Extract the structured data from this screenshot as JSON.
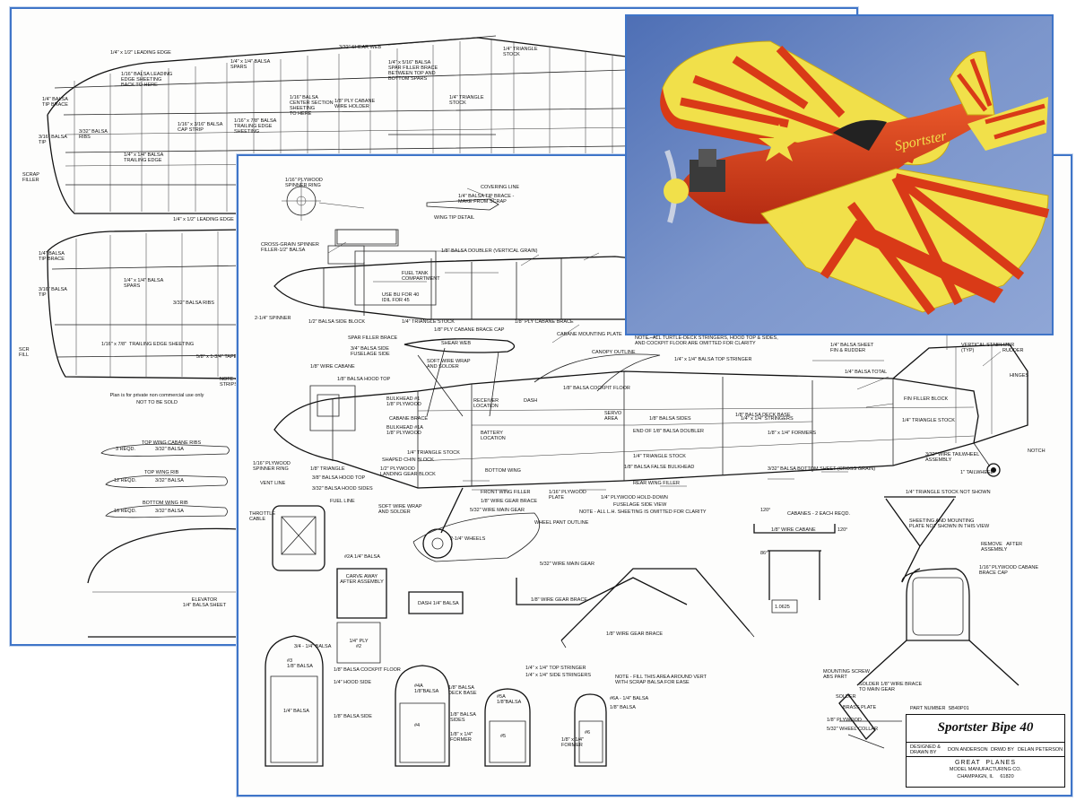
{
  "back_sheet": {
    "notice": [
      "Plan is for private non commercial use only",
      "NOT TO BE SOLD"
    ],
    "top_wing": {
      "leading_edge": "1/4\" x 1/2\" LEADING EDGE",
      "shear_web": "3/32\" SHEAR WEB",
      "triangle_stock": "1/4\" TRIANGLE\nSTOCK",
      "leading_edge_sheeting": "1/16\" BALSA LEADING\nEDGE SHEETING\nBACK TO HERE",
      "spars": "1/4\" x 1/4\" BALSA\nSPARS",
      "spar_filler": "1/4\" x 5/16\" BALSA\nSPAR FILLER BRACE\nBETWEEN TOP AND\nBOTTOM SPARS",
      "tip_brace": "1/4\" BALSA\nTIP BRACE",
      "center_sheeting": "1/16\" BALSA\nCENTER SECTION\nSHEETING\nTO HERE",
      "cabane_holder": "1/8\" PLY CABANE\nWIRE HOLDER",
      "triangle_stock_2": "1/4\" TRIANGLE\nSTOCK",
      "ribs": "3/32\" BALSA\nRIBS",
      "cap_strip": "1/16\" x 3/16\" BALSA\nCAP STRIP",
      "trailing_sheeting": "1/16\" x 7/8\" BALSA\nTRAILING EDGE\nSHEETING",
      "tip": "3/16\" BALSA\nTIP",
      "trailing_edge": "1/4\" x 1/4\" BALSA\nTRAILING EDGE",
      "scrap_filler": "SCRAP\nFILLER"
    },
    "bottom_wing": {
      "leading_edge": "1/4\" x 1/2\" LEADING EDGE",
      "tip_brace": "1/4\" BALSA\nTIP BRACE",
      "spars": "1/4\" x 1/4\" BALSA\nSPARS",
      "ribs": "3/32\" BALSA RIBS",
      "tip": "3/16\" BALSA\nTIP",
      "trailing_sheeting": "1/16\" x 7/8\"  TRAILING EDGE SHEETING",
      "taper": "5/8\" x 1-3/4\" TAPE",
      "note": "NOTE -\nSTRIPS",
      "scrap": "SCR\nFILL"
    },
    "rib_patterns": [
      {
        "title": "TOP WING CABANE RIBS",
        "count": "3 REQD.",
        "material": "3/32\" BALSA"
      },
      {
        "title": "TOP WING RIB",
        "count": "12 REQD.",
        "material": "3/32\" BALSA"
      },
      {
        "title": "BOTTOM WING RIB",
        "count": "16 REQD.",
        "material": "3/32\" BALSA"
      }
    ],
    "elevator": "ELEVATOR\n1/4\" BALSA SHEET"
  },
  "front_sheet": {
    "top_labels": {
      "spinner_ring": "1/16\" PLYWOOD\nSPINNER RING",
      "covering_line": "COVERING LINE",
      "tip_brace": "1/4\" BALSA TIP BRACE -\nMAKE FROM SCRAP",
      "wing_tip_detail": "WING TIP DETAIL",
      "spinner_filler": "CROSS-GRAIN SPINNER\nFILLER-1/2\" BALSA",
      "doubler": "1/8\" BALSA DOUBLER (VERTICAL GRAIN)",
      "fuel_tank": "FUEL TANK\nCOMPARTMENT",
      "engine_note": "USE BU FOR 40\nIDIL FOR 45",
      "spinner": "2-1/4\" SPINNER",
      "side_block": "1/2\" BALSA SIDE BLOCK",
      "triangle_stock": "1/4\" TRIANGLE STOCK",
      "ply_cabane_brace": "1/8\" PLY CABANE BRACE",
      "ply_cabane_brace_cap": "1/8\" PLY CABANE BRACE CAP",
      "spar_filler": "SPAR FILLER BRACE",
      "shear_web": "SHEAR WEB",
      "fuselage_side": "3/4\" BALSA SIDE\nFUSELAGE SIDE",
      "mounting_plate": "CABANE MOUNTING PLATE",
      "canopy_outline": "CANOPY OUTLINE",
      "soft_wire": "SOFT WIRE WRAP\nAND SOLDER",
      "cabane": "1/8\" WIRE CABANE",
      "hood_top": "1/8\" BALSA HOOD TOP",
      "top_stringer": "1/4\" x 1/4\" BALSA TOP STRINGER",
      "cockpit_floor": "1/8\" BALSA COCKPIT FLOOR",
      "top_note": "NOTE - ALL TURTLE-DECK STRINGERS, HOOD TOP & SIDES,\nAND COCKPIT FLOOR ARE OMITTED FOR CLARITY",
      "fin_rudder": "1/4\" BALSA SHEET\nFIN & RUDDER",
      "vertical_stabilizer": "VERTICAL STABILIZER\n(TYP)",
      "rudder": "RUDDER",
      "hinges": "HINGES",
      "balsa_total": "1/4\" BALSA TOTAL",
      "fin_filler": "FIN FILLER BLOCK",
      "triangle_stock_2": "1/4\" TRIANGLE STOCK",
      "tailwheel_assembly": "3/32\" WIRE TAILWHEEL\nASSEMBLY",
      "tailwheel": "1\" TAILWHEEL",
      "notch": "NOTCH"
    },
    "side_view": {
      "bulkhead_1": "BULKHEAD #1\n1/8\" PLYWOOD",
      "bulkhead_1a": "BULKHEAD #1A\n1/8\" PLYWOOD",
      "cabane_brace": "CABANE BRACE",
      "receiver": "RECEIVER\nLOCATION",
      "dash": "DASH",
      "servo": "SERVO\nAREA",
      "battery": "BATTERY\nLOCATION",
      "spinner_ring": "1/16\" PLYWOOD\nSPINNER RING",
      "triangle": "1/8\" TRIANGLE",
      "hood_top": "3/8\" BALSA HOOD TOP",
      "hood_sides": "3/32\" BALSA HOOD SIDES",
      "fuel_line": "FUEL LINE",
      "vent_line": "VENT LINE",
      "throttle": "THROTTLE\nCABLE",
      "triangle_stock": "1/4\" TRIANGLE STOCK",
      "shaped_chin": "SHAPED CHIN BLOCK",
      "ply_gear_block": "1/2\" PLYWOOD\nLANDING GEAR BLOCK",
      "bottom_wing": "BOTTOM WING",
      "balsa_sides": "1/8\" BALSA SIDES",
      "doubler": "END OF 1/8\" BALSA DOUBLER",
      "formers": "1/8\" x 1/4\" FORMERS",
      "stringers": "1/4\" x 1/4\" STRINGERS",
      "deck_base": "1/8\" BALSA DECK BASE",
      "front_filler": "FRONT WING FILLER",
      "gear_brace": "1/8\" WIRE GEAR BRACE",
      "main_gear": "5/32\" WIRE MAIN GEAR",
      "plywood_plate": "1/16\" PLYWOOD\nPLATE",
      "ply_hold_down": "1/4\" PLYWOOD HOLD-DOWN",
      "rear_filler": "REAR WING FILLER",
      "triangle_3": "1/4\" TRIANGLE STOCK",
      "false_bulkhead": "1/8\" BALSA FALSE BULKHEAD",
      "bottom_sheet": "3/32\" BALSA BOTTOM SHEET (CROSS GRAIN)",
      "wheel_pant": "WHEEL PANT OUTLINE",
      "wheels": "2-1/4\" WHEELS",
      "soft_wire_wrap": "SOFT WIRE WRAP\nAND SOLDER",
      "side_view_title": "FUSELAGE SIDE VIEW",
      "side_view_note": "NOTE - ALL L.H. SHEETING IS OMITTED FOR CLARITY"
    },
    "lower_details": {
      "cabanes": "CABANES - 2 EACH REQD.",
      "wire_cabane": "1/8\" WIRE CABANE",
      "angle_120a": "120°",
      "angle_120b": "120°",
      "angle_86": "86°",
      "dim_1": "1.0625",
      "main_gear": "5/32\" WIRE MAIN GEAR",
      "gear_brace": "1/8\" WIRE GEAR BRACE",
      "gear_brace_2": "1/8\" WIRE GEAR BRACE",
      "part_2a": "#2A 1/4\" BALSA",
      "carve_away": "CARVE AWAY\nAFTER ASSEMBLY",
      "ply_2": "1/4\" PLY\n#2",
      "dash": "DASH 1/4\" BALSA",
      "triangle_note": "1/4\" TRIANGLE STOCK NOT SHOWN",
      "sheeting_note": "SHEETING AND MOUNTING\nPLATE NOT SHOWN IN THIS VIEW",
      "remove": "REMOVE   AFTER\nASSEMBLY",
      "brace_cap": "1/16\" PLYWOOD CABANE\nBRACE CAP",
      "former_balsa": "3/4 - 1/4\" BALSA",
      "former_3": "#3\n1/8\" BALSA",
      "cockpit_floor": "1/8\" BALSA COCKPIT FLOOR",
      "hood_side": "1/4\" HOOD SIDE",
      "balsa_1": "1/4\" BALSA",
      "balsa_side": "1/8\" BALSA SIDE",
      "f4": "#4",
      "f4a": "#4A\n1/8\"BALSA",
      "deck_base": "1/8\" BALSA\nDECK BASE",
      "sides": "1/8\" BALSA\nSIDES",
      "f4_former": "1/8\" x 1/4\"\nFORMER",
      "f5": "#5",
      "f5a": "#5A\n1/8\"BALSA",
      "top_stringer": "1/4\" x 1/4\" TOP STRINGER",
      "side_stringers": "1/4\" x 1/4\" SIDE STRINGERS",
      "vert_note": "NOTE - FILL THIS AREA AROUND VERT\nWITH SCRAP BALSA FOR EASE",
      "f6": "#6",
      "f6a": "#6A - 1/4\" BALSA",
      "f6_balsa": "1/8\" BALSA",
      "f6_former": "1/8\" x 1/4\"\nFORMER",
      "mounting_screw": "MOUNTING SCREW\nABS PART",
      "solder": "SOLDER 1/8\" WIRE BRACE\nTO MAIN GEAR",
      "solder_2": "SOLDER",
      "brass_plate": "BRASS PLATE",
      "plywood": "1/8\" PLYWOOD",
      "wheel_collar": "5/32\" WHEEL COLLAR"
    },
    "title_block": {
      "part_number": "PART NUMBER  SB40P01",
      "title": "Sportster Bipe 40",
      "designed_label": "DESIGNED &\nDRAWN BY",
      "designer": "DON ANDERSON",
      "drawn_label": "DRWD BY",
      "drafter": "DELAN PETERSON",
      "company": "GREAT  PLANES",
      "company_sub": "MODEL MANUFACTURING CO.",
      "location": "CHAMPAIGN, IL     61820"
    }
  },
  "photo": {
    "caption_on_plane": "Sportster",
    "colors": {
      "fuselage": "#d93a17",
      "wing_yellow": "#f3e44a",
      "background": "#6d8ac4"
    }
  },
  "colors": {
    "frame_blue": "#3f75c8",
    "ink": "#111111",
    "paper": "#fdfdfc"
  }
}
